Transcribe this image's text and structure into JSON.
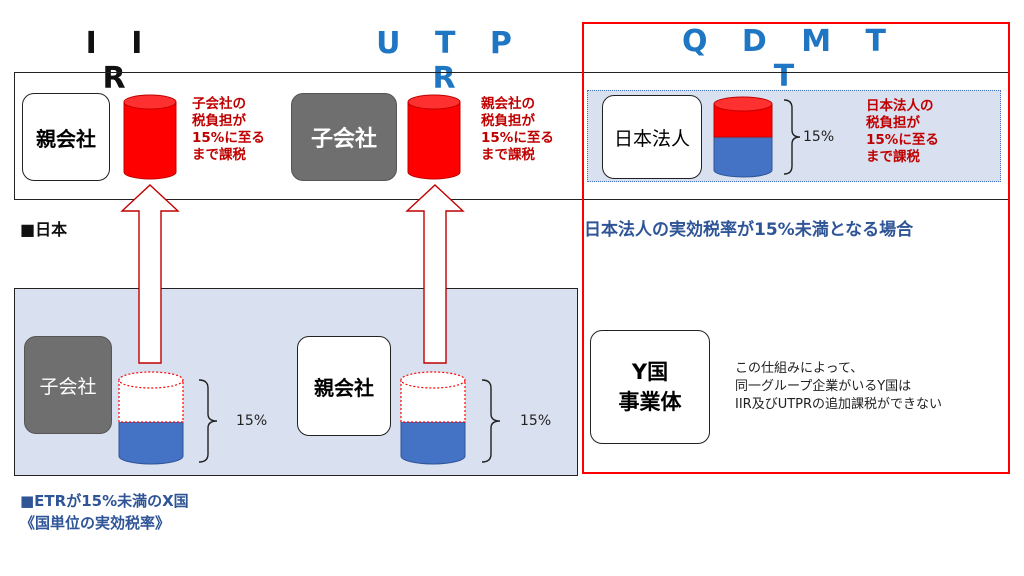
{
  "headers": {
    "iir": "I I R",
    "utpr": "U T P R",
    "qdmtt": "Q D M T T"
  },
  "japan": {
    "label": "■日本",
    "iir_parent": "親会社",
    "iir_note": [
      "子会社の",
      "税負担が",
      "15%に至る",
      "まで課税"
    ],
    "utpr_sub": "子会社",
    "utpr_note": [
      "親会社の",
      "税負担が",
      "15%に至る",
      "まで課税"
    ],
    "qdmtt_entity": "日本法人",
    "qdmtt_pct": "15%",
    "qdmtt_note": [
      "日本法人の",
      "税負担が",
      "15%に至る",
      "まで課税"
    ]
  },
  "qdmtt_condition": "日本法人の実効税率が15%未満となる場合",
  "xcountry": {
    "label_line1": "■ETRが15%未満のX国",
    "label_line2": "《国単位の実効税率》",
    "iir_sub": "子会社",
    "iir_pct": "15%",
    "utpr_parent": "親会社",
    "utpr_pct": "15%"
  },
  "ycountry": {
    "entity_line1": "Y国",
    "entity_line2": "事業体",
    "note": [
      "この仕組みによって、",
      "同一グループ企業がいるY国は",
      "IIR及びUTPRの追加課税ができない"
    ]
  },
  "colors": {
    "red": "#ff0000",
    "blue": "#4472c4",
    "title_blue": "#2e75b6",
    "text_blue": "#2f5597",
    "dark_red": "#c00000"
  }
}
